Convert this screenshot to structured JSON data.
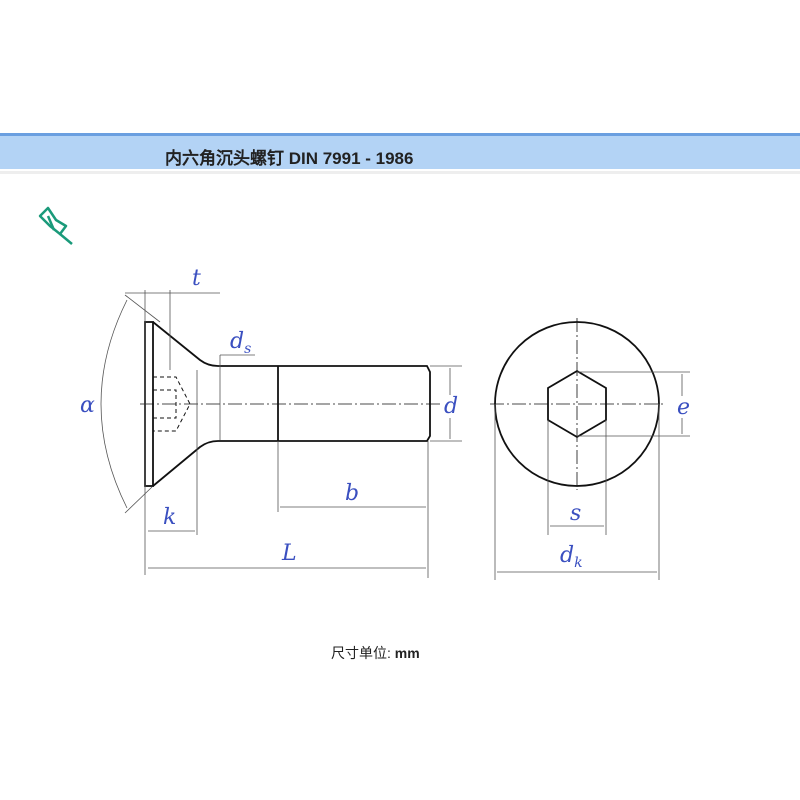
{
  "header": {
    "title": "内六角沉头螺钉 DIN 7991 - 1986"
  },
  "icons": {
    "pin": "pushpin-icon",
    "pin_color": "#1a9a7a"
  },
  "drawing": {
    "labels": {
      "t": "t",
      "alpha": "α",
      "ds_main": "d",
      "ds_sub": "s",
      "d": "d",
      "k": "k",
      "b": "b",
      "L": "L",
      "e": "e",
      "s": "s",
      "dk_main": "d",
      "dk_sub": "k"
    }
  },
  "footer": {
    "unit_label": "尺寸单位: ",
    "unit_value": "mm"
  }
}
